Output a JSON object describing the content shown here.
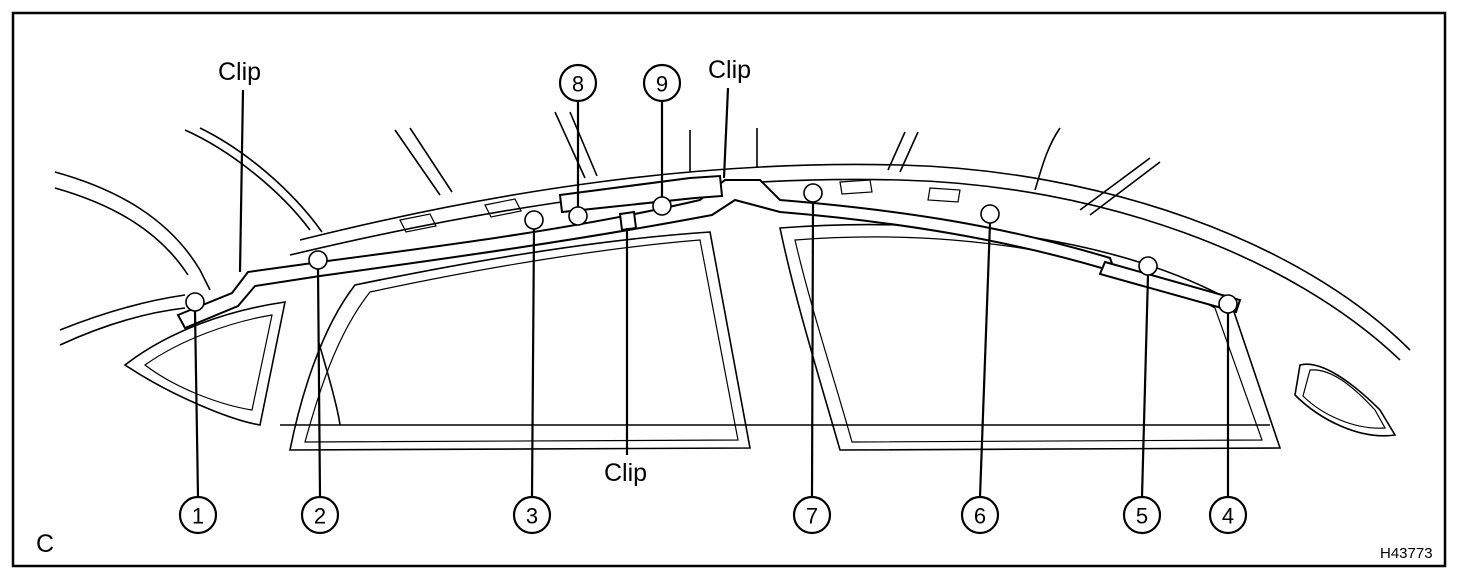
{
  "frame": {
    "corner_label": "C",
    "figure_code": "H43773"
  },
  "callouts": [
    {
      "id": "1",
      "text": "1"
    },
    {
      "id": "2",
      "text": "2"
    },
    {
      "id": "3",
      "text": "3"
    },
    {
      "id": "4",
      "text": "4"
    },
    {
      "id": "5",
      "text": "5"
    },
    {
      "id": "6",
      "text": "6"
    },
    {
      "id": "7",
      "text": "7"
    },
    {
      "id": "8",
      "text": "8"
    },
    {
      "id": "9",
      "text": "9"
    }
  ],
  "labels": {
    "clip_left": "Clip",
    "clip_center": "Clip",
    "clip_top_right": "Clip"
  }
}
